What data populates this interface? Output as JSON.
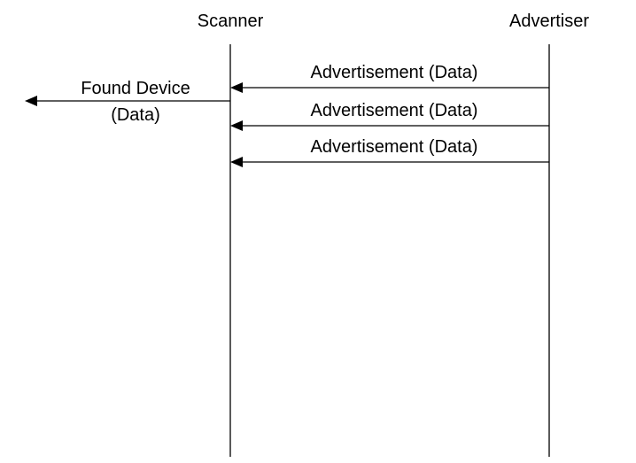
{
  "participants": {
    "scanner": "Scanner",
    "advertiser": "Advertiser"
  },
  "messages": [
    {
      "label": "Advertisement (Data)"
    },
    {
      "label": "Advertisement (Data)"
    },
    {
      "label": "Advertisement (Data)"
    }
  ],
  "output": {
    "line1": "Found Device",
    "line2": "(Data)"
  },
  "colors": {
    "line": "#000000",
    "background": "#ffffff"
  }
}
